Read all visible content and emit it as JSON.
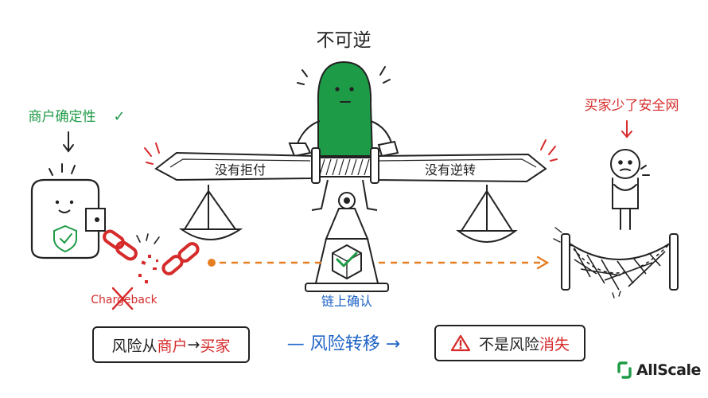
{
  "title": "不可逆",
  "merchant_label": "商户确定性",
  "merchant_check": "✓",
  "buyer_label": "买家少了安全网",
  "left_beam_label": "没有拒付",
  "right_beam_label": "没有逆转",
  "chargeback_label": "Chargeback",
  "onchain_label": "链上确认",
  "bottom_left": {
    "prefix": "风险从",
    "merchant": "商户",
    "arrow": " → ",
    "buyer": "买家"
  },
  "bottom_middle": "— 风险转移 →",
  "bottom_right": {
    "prefix": "不是风险",
    "suffix": "消失"
  },
  "logo_text": "AllScale",
  "colors": {
    "green": "#1e9b47",
    "red": "#d62b2b",
    "blue": "#1f63c6",
    "orange": "#e67e22",
    "ink": "#222222"
  }
}
